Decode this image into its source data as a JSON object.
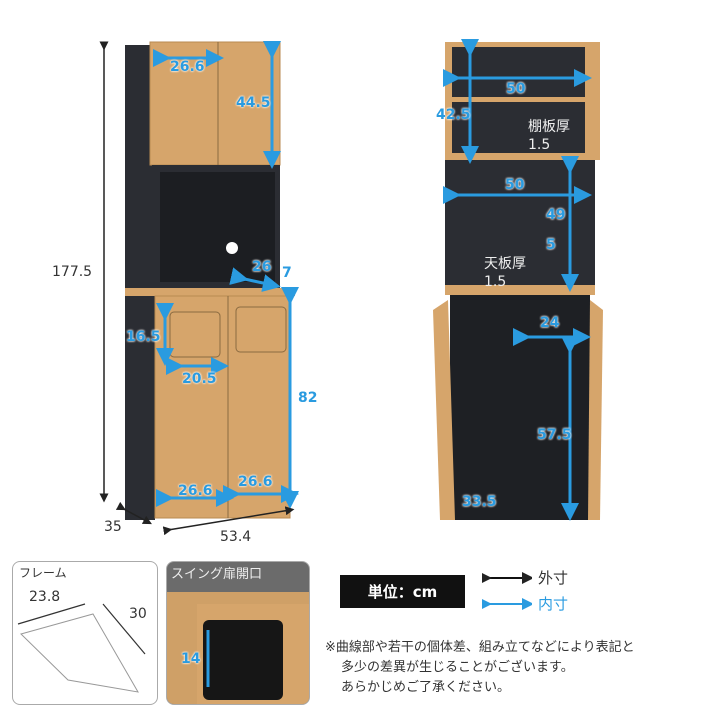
{
  "colors": {
    "inner_dimension": "#2a9be0",
    "outer_dimension": "#111111",
    "wood": "#d6a56b",
    "body": "#2b2d33"
  },
  "left_cabinet": {
    "height_total": "177.5",
    "depth": "35",
    "width": "53.4",
    "upper_door_width": "26.6",
    "upper_door_height": "44.5",
    "open_depth": "26",
    "open_gap": "7",
    "drawer_height": "16.5",
    "drawer_width": "20.5",
    "lower_height": "82",
    "lower_door_left": "26.6",
    "lower_door_right": "26.6"
  },
  "right_cabinet": {
    "upper_width": "50",
    "upper_height": "42.5",
    "shelf_label": "棚板厚",
    "shelf_thickness": "1.5",
    "open_width": "50",
    "open_height": "49",
    "hole_offset": "5",
    "top_label": "天板厚",
    "top_thickness": "1.5",
    "lower_width": "24",
    "lower_height": "57.5",
    "lower_depth": "33.5"
  },
  "frame_panel": {
    "title": "フレーム",
    "width": "23.8",
    "depth": "30"
  },
  "swing_panel": {
    "title": "スイング扉開口",
    "height": "14"
  },
  "legend": {
    "unit": "単位：cm",
    "outer": "外寸",
    "inner": "内寸"
  },
  "note": [
    "※曲線部や若干の個体差、組み立てなどにより表記と",
    "多少の差異が生じることがございます。",
    "あらかじめご了承ください。"
  ]
}
